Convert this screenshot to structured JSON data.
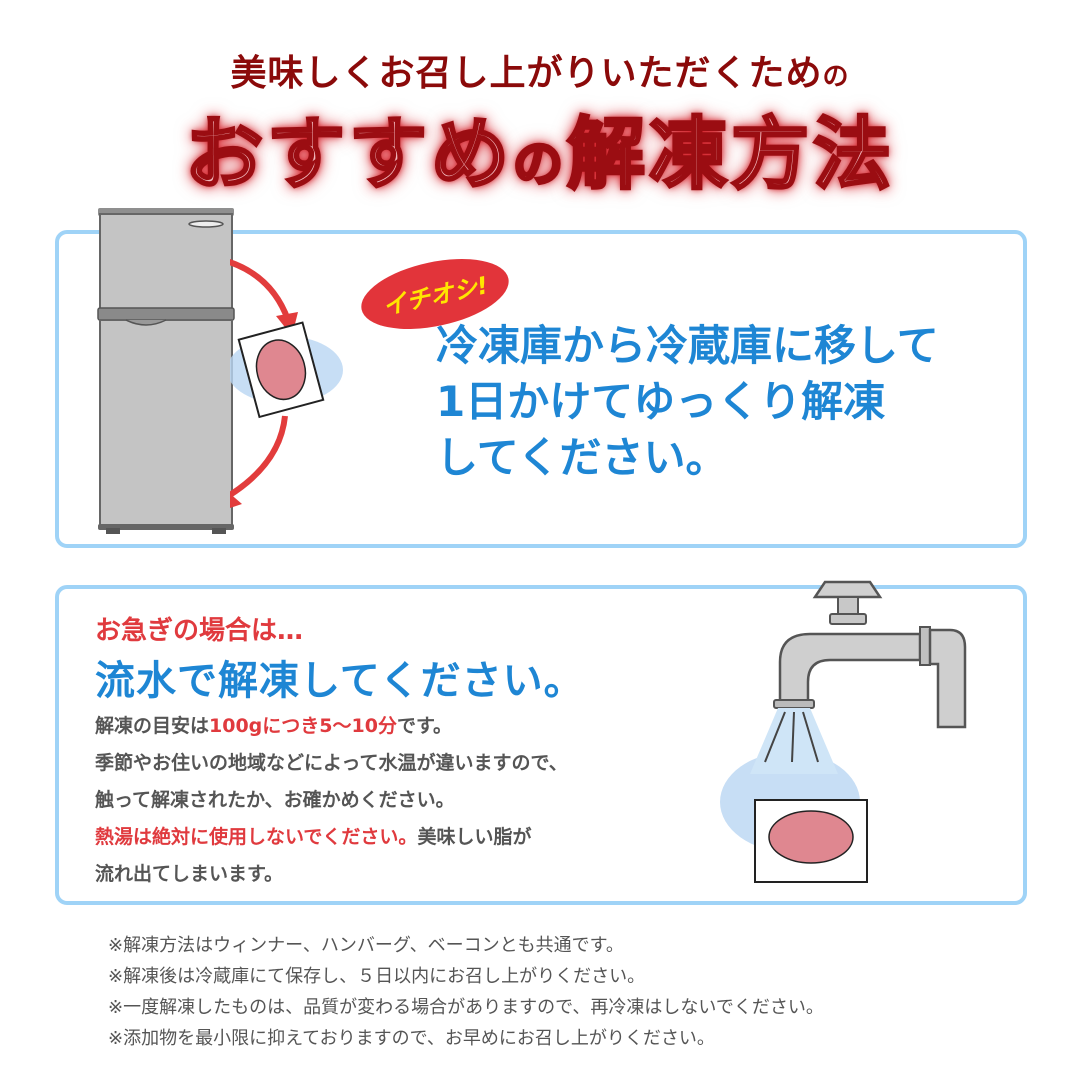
{
  "header": {
    "subtitle": "美味しくお召し上がりいただくため",
    "subtitle_suffix": "の",
    "title_part1": "おすすめ",
    "title_no": "の",
    "title_part2": "解凍方法"
  },
  "recommended": {
    "badge": "イチオシ!",
    "message_lines": [
      "冷凍庫から冷蔵庫に移して",
      "1日かけてゆっくり解凍",
      "してください。"
    ],
    "illustration": "fridge-with-arrows"
  },
  "quick": {
    "lead": "お急ぎの場合は…",
    "headline": "流水で解凍してください。",
    "line1_pre": "解凍の目安は",
    "line1_highlight": "100gにつき5～10分",
    "line1_post": "です。",
    "line2": "季節やお住いの地域などによって水温が違いますので、",
    "line3": "触って解凍されたか、お確かめください。",
    "line4_highlight": "熱湯は絶対に使用しないでください。",
    "line4_post": "美味しい脂が",
    "line5": "流れ出てしまいます。",
    "illustration": "faucet-running-water"
  },
  "notes": [
    "※解凍方法はウィンナー、ハンバーグ、ベーコンとも共通です。",
    "※解凍後は冷蔵庫にて保存し、５日以内にお召し上がりください。",
    "※一度解凍したものは、品質が変わる場合がありますので、再冷凍はしないでください。",
    "※添加物を最小限に抑えておりますので、お早めにお召し上がりください。"
  ],
  "colors": {
    "title_red": "#9b0d12",
    "accent_blue": "#1e86d4",
    "card_border": "#9fd3f7",
    "alert_red": "#e03a3e",
    "badge_yellow": "#ffe600"
  }
}
